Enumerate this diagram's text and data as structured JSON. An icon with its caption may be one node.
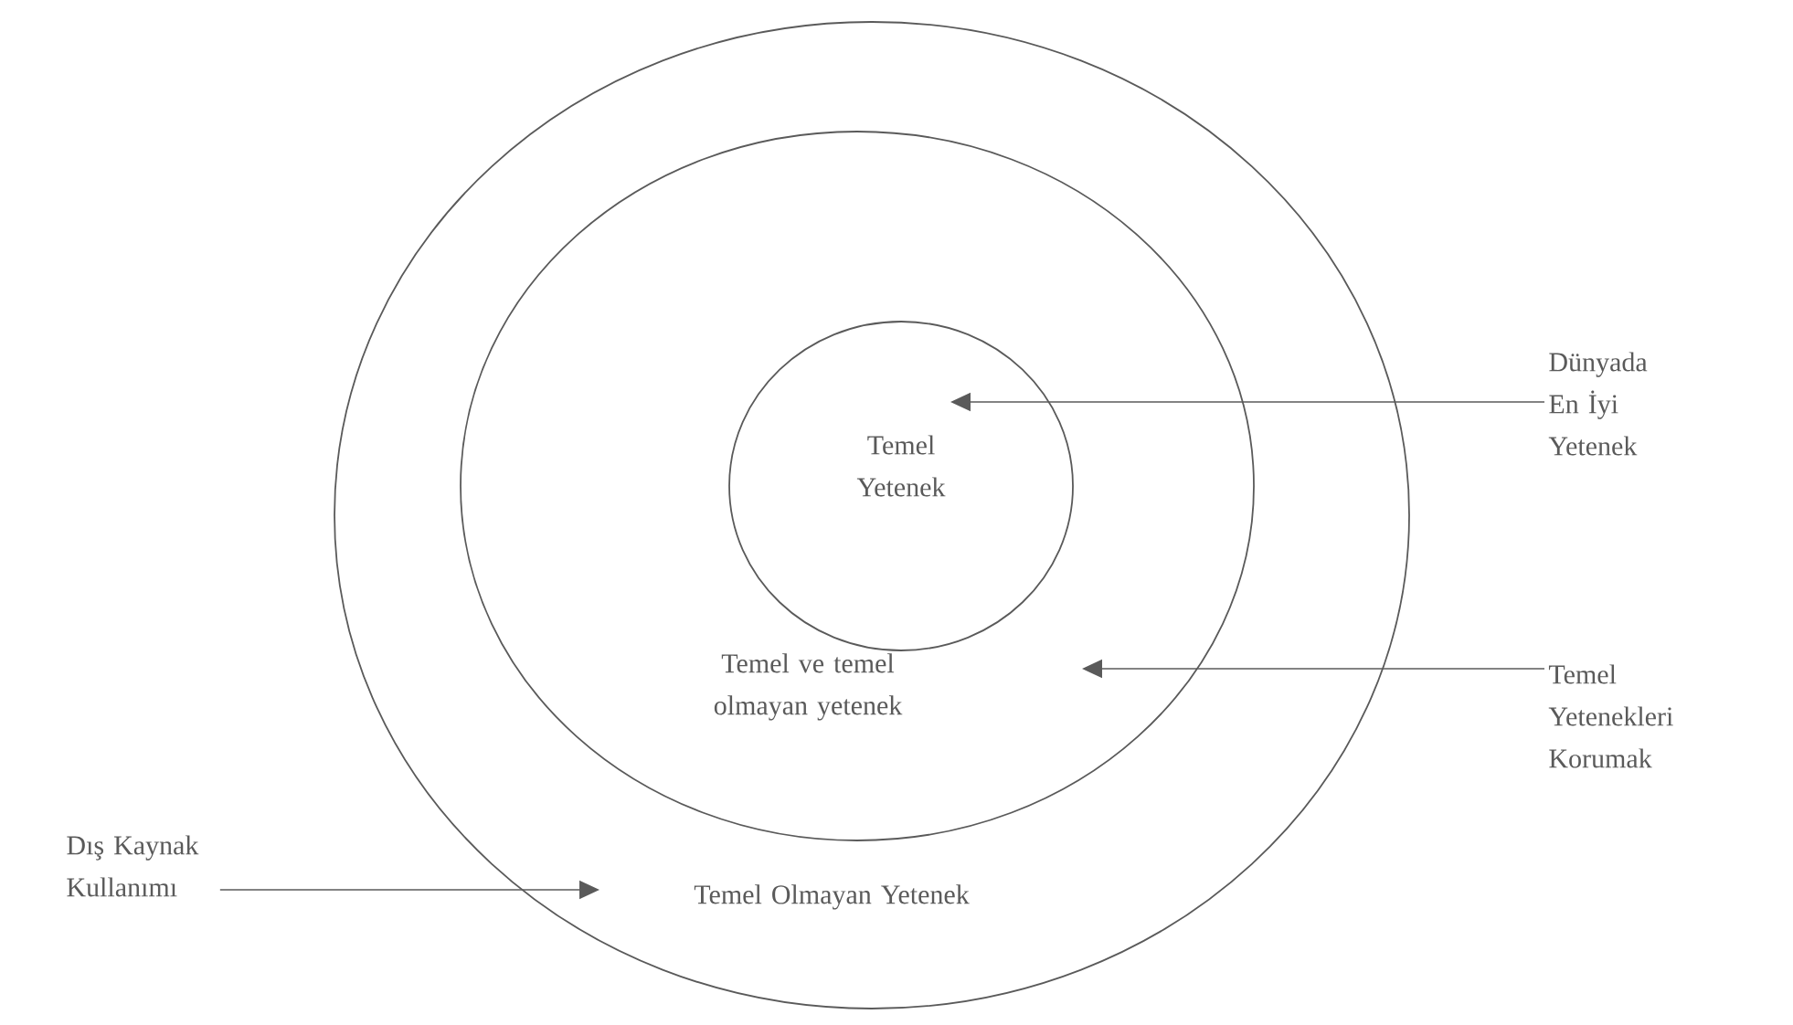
{
  "diagram": {
    "nodes": [
      {
        "text": [
          "Temel Olmayan Yetenek"
        ]
      },
      {
        "text": [
          "Temel ve temel olmayan yetenek"
        ],
        "in": 0
      },
      {
        "text": [
          "Temel Yetenek"
        ],
        "in": 1
      },
      {
        "text": [
          "Dünyada En İyi Yetenek"
        ]
      },
      {
        "text": [
          "Temel Yetenekleri Korumak"
        ]
      },
      {
        "text": [
          "Dış Kaynak Kullanımı"
        ]
      }
    ],
    "edges": [
      {
        "from": 3,
        "to": 2,
        "arrow": "to"
      },
      {
        "from": 4,
        "to": 1,
        "arrow": "to"
      },
      {
        "from": 5,
        "to": 0,
        "arrow": "to"
      }
    ]
  }
}
